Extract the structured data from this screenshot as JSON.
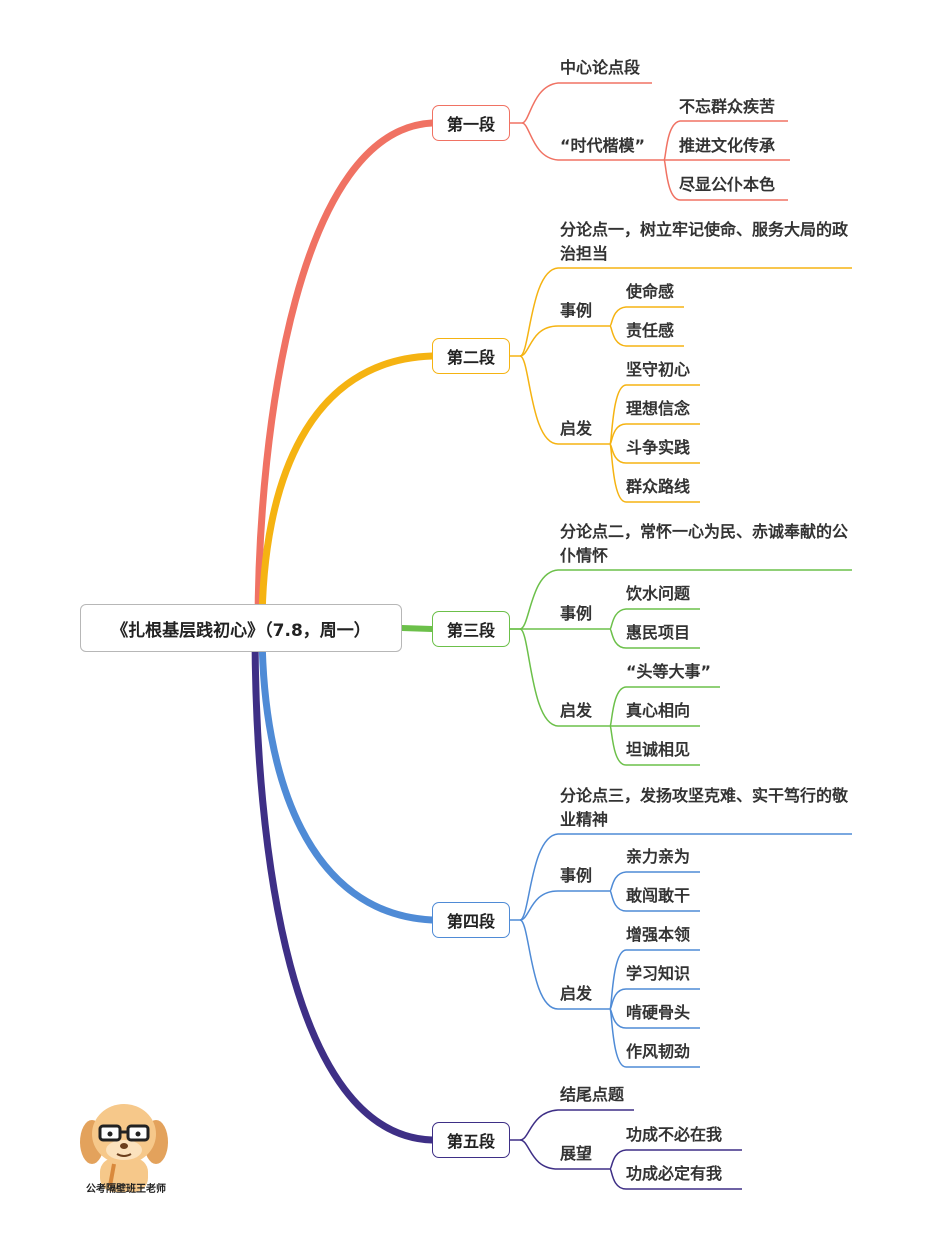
{
  "root": {
    "title": "《扎根基层践初心》（7.8，周一）"
  },
  "colors": {
    "s1": "#f07263",
    "s2": "#f5b312",
    "s3": "#6cc04a",
    "s4": "#4f8bd6",
    "s5": "#3e2f86"
  },
  "sections": [
    {
      "label": "第一段",
      "items": [
        "中心论点段",
        "“时代楷模”",
        "不忘群众疾苦",
        "推进文化传承",
        "尽显公仆本色"
      ]
    },
    {
      "label": "第二段",
      "items": [
        "分论点一，树立牢记使命、服务大局的政治担当",
        "事例",
        "使命感",
        "责任感",
        "启发",
        "坚守初心",
        "理想信念",
        "斗争实践",
        "群众路线"
      ]
    },
    {
      "label": "第三段",
      "items": [
        "分论点二，常怀一心为民、赤诚奉献的公仆情怀",
        "事例",
        "饮水问题",
        "惠民项目",
        "启发",
        "“头等大事”",
        "真心相向",
        "坦诚相见"
      ]
    },
    {
      "label": "第四段",
      "items": [
        "分论点三，发扬攻坚克难、实干笃行的敬业精神",
        "事例",
        "亲力亲为",
        "敢闯敢干",
        "启发",
        "增强本领",
        "学习知识",
        "啃硬骨头",
        "作风韧劲"
      ]
    },
    {
      "label": "第五段",
      "items": [
        "结尾点题",
        "展望",
        "功成不必在我",
        "功成必定有我"
      ]
    }
  ],
  "logo": {
    "caption": "公考隔壁班王老师",
    "icon": "cartoon-dog-with-glasses-icon"
  }
}
